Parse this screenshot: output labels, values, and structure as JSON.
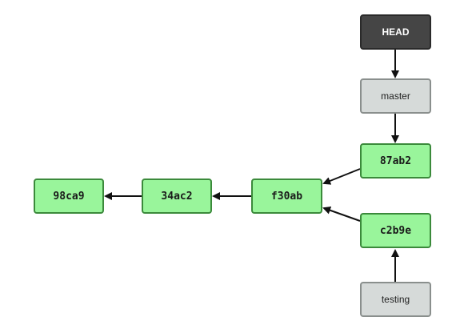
{
  "refs": {
    "head": "HEAD",
    "master": "master",
    "testing": "testing"
  },
  "commits": {
    "c98ca9": "98ca9",
    "c34ac2": "34ac2",
    "cf30ab": "f30ab",
    "c87ab2": "87ab2",
    "cc2b9e": "c2b9e"
  },
  "colors": {
    "commit_fill": "#99f59b",
    "commit_border": "#3b8a3b",
    "ref_fill": "#d6dad9",
    "ref_border": "#8a8f8d",
    "head_fill": "#454545",
    "head_text": "#ffffff",
    "arrow": "#111111"
  }
}
